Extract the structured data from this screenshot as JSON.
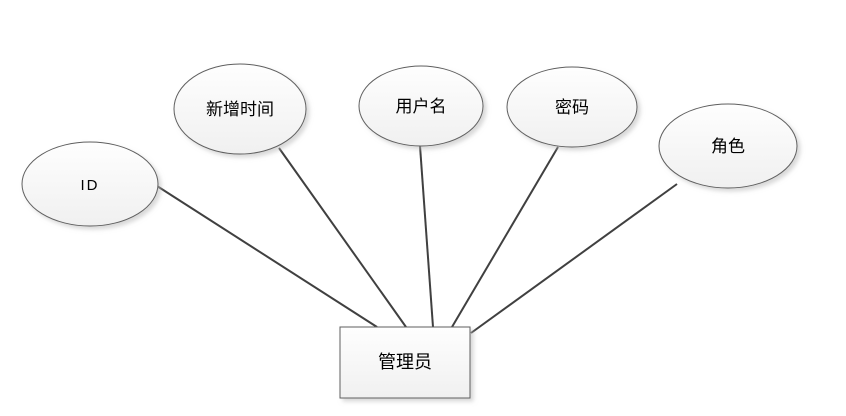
{
  "diagram": {
    "type": "entity-attribute-diagram",
    "entity": {
      "label": "管理员"
    },
    "attributes": [
      {
        "label": "ID"
      },
      {
        "label": "新增时间"
      },
      {
        "label": "用户名"
      },
      {
        "label": "密码"
      },
      {
        "label": "角色"
      }
    ],
    "edges": [
      {
        "from": "ID",
        "to": "管理员"
      },
      {
        "from": "新增时间",
        "to": "管理员"
      },
      {
        "from": "用户名",
        "to": "管理员"
      },
      {
        "from": "密码",
        "to": "管理员"
      },
      {
        "from": "角色",
        "to": "管理员"
      }
    ],
    "colors": {
      "background": "#ffffff",
      "shape_fill_top": "#fefefe",
      "shape_fill_bottom": "#f0f0f0",
      "shape_stroke": "#5f5f5f",
      "connector": "#404040",
      "shadow": "#c0c0c0",
      "text": "#000000"
    }
  }
}
